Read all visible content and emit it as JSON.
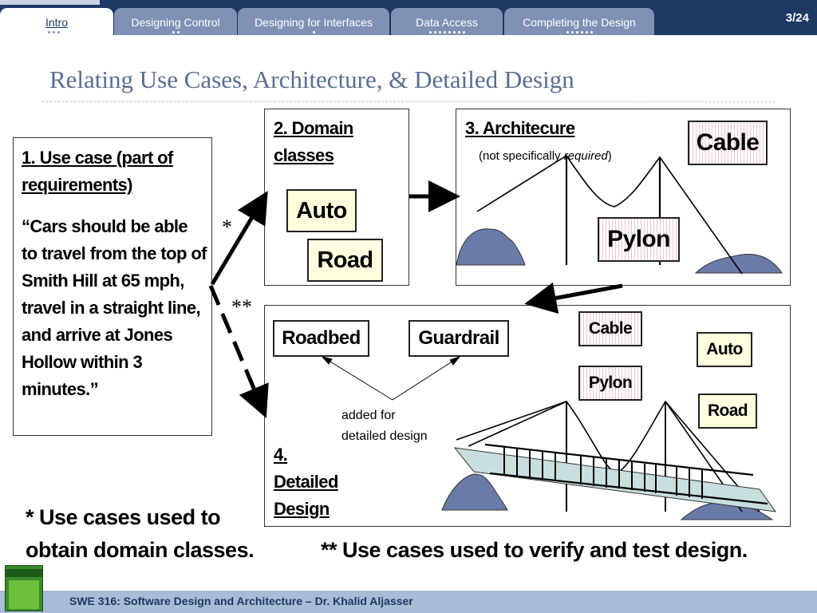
{
  "nav": {
    "tabs": [
      {
        "label": "Intro",
        "active": true,
        "dots": 3
      },
      {
        "label": "Designing Control",
        "active": false,
        "dots": 2
      },
      {
        "label": "Designing for Interfaces",
        "active": false,
        "dots": 1
      },
      {
        "label": "Data Access",
        "active": false,
        "dots": 8
      },
      {
        "label": "Completing the Design",
        "active": false,
        "dots": 6
      }
    ],
    "page_number": "3/24"
  },
  "slide": {
    "title": "Relating Use Cases, Architecture, & Detailed Design"
  },
  "diagram": {
    "use_case": {
      "heading": "1. Use case (part of requirements)",
      "quote": "“Cars should be able to travel from the top of Smith Hill at 65 mph, travel in a straight line, and arrive at Jones Hollow within 3 minutes.”"
    },
    "domain_classes": {
      "heading_line1": "2. Domain",
      "heading_line2": "classes",
      "items": [
        "Auto",
        "Road"
      ]
    },
    "architecture": {
      "heading": "3. Architecure",
      "note_prefix": "(not specifically ",
      "note_italic": "required",
      "note_suffix": ")",
      "items": [
        "Cable",
        "Pylon"
      ]
    },
    "detailed_design": {
      "heading_line1": "4.",
      "heading_line2": "Detailed",
      "heading_line3": "Design",
      "new_items": [
        "Roadbed",
        "Guardrail"
      ],
      "carried_items": [
        "Cable",
        "Pylon",
        "Auto",
        "Road"
      ],
      "added_note_line1": "added for",
      "added_note_line2": "detailed design"
    },
    "markers": {
      "single": "*",
      "double": "**"
    }
  },
  "notes": {
    "single_star_line1": "* Use cases used to",
    "single_star_line2": "obtain domain classes.",
    "double_star": "** Use cases used to verify and test design."
  },
  "footer": {
    "text": "SWE 316: Software Design and Architecture – Dr. Khalid Aljasser"
  },
  "colors": {
    "nav_bar": "#1f3864",
    "tab_inactive": "#8091b5",
    "title": "#5a6e8f",
    "footer": "#a8bcd6",
    "class_fill": "#ffffe0",
    "hill": "#6b7ba8",
    "bridge_deck": "#c9dede"
  }
}
